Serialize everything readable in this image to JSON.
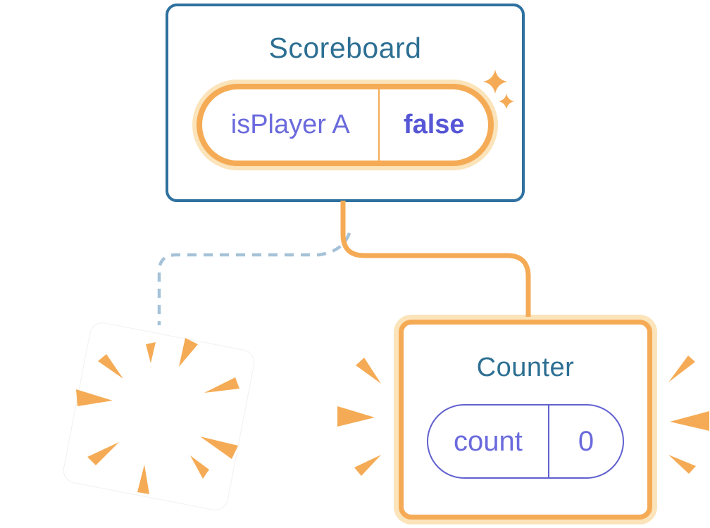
{
  "diagram": {
    "scoreboard": {
      "title": "Scoreboard",
      "state_name": "isPlayer A",
      "state_value": "false"
    },
    "counter": {
      "title": "Counter",
      "state_name": "count",
      "state_value": "0"
    }
  },
  "icons": {
    "sparkles": "sparkles-icon",
    "poof_burst": "poof-burst-icon",
    "emphasis_rays_left": "emphasis-rays-left-icon",
    "emphasis_rays_right": "emphasis-rays-right-icon"
  },
  "colors": {
    "background": "#FFFFFF",
    "card_border_blue": "#2E71A0",
    "title_text_blue": "#2D6F93",
    "accent_orange": "#F5AB55",
    "accent_orange_glow": "#FBE3BA",
    "state_text_purple": "#6A6ADD",
    "state_value_bold_purple": "#5656D6",
    "state_border_purple": "#6060CF",
    "dashed_line_blue": "#A5C2D8"
  }
}
